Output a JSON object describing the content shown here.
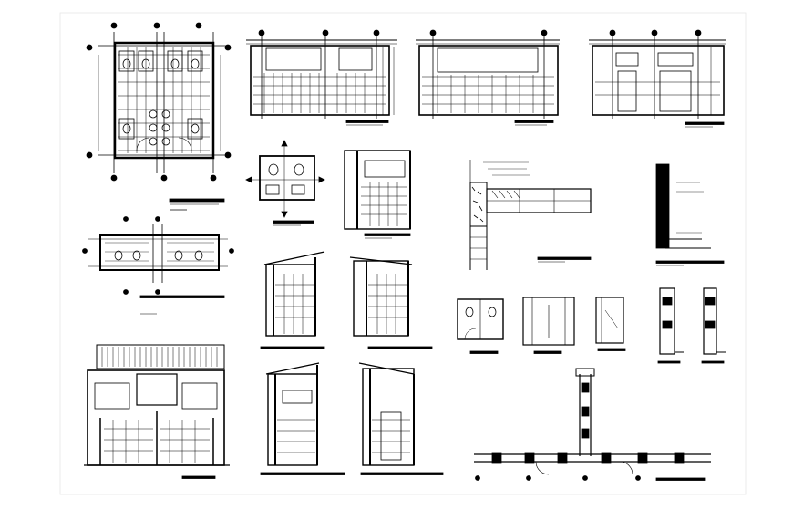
{
  "drawing": {
    "line_color": "#000000",
    "background": "#ffffff",
    "drawings": [
      {
        "id": "floor-plan-main",
        "kind": "plan"
      },
      {
        "id": "elevation-1",
        "kind": "elevation"
      },
      {
        "id": "elevation-2",
        "kind": "elevation"
      },
      {
        "id": "elevation-3",
        "kind": "elevation"
      },
      {
        "id": "toilet-plan-small",
        "kind": "plan"
      },
      {
        "id": "section-small",
        "kind": "section"
      },
      {
        "id": "wall-detail",
        "kind": "detail"
      },
      {
        "id": "wall-section-right",
        "kind": "section"
      },
      {
        "id": "floor-plan-row",
        "kind": "plan"
      },
      {
        "id": "section-left-a",
        "kind": "section"
      },
      {
        "id": "section-left-b",
        "kind": "section"
      },
      {
        "id": "cubicle-details",
        "kind": "detail"
      },
      {
        "id": "post-details",
        "kind": "detail"
      },
      {
        "id": "front-elevation",
        "kind": "elevation"
      },
      {
        "id": "section-bottom-a",
        "kind": "section"
      },
      {
        "id": "section-bottom-b",
        "kind": "section"
      },
      {
        "id": "foundation-plan",
        "kind": "plan"
      }
    ]
  }
}
